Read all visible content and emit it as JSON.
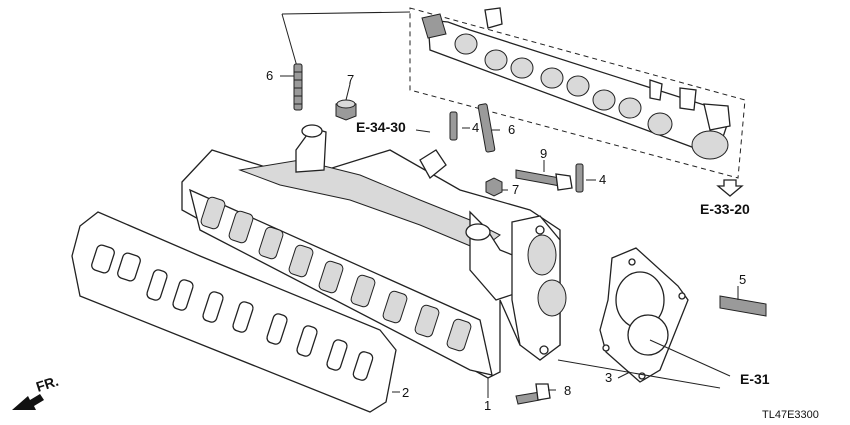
{
  "references": {
    "e34": "E-34-30",
    "e33": "E-33-20",
    "e31": "E-31"
  },
  "direction": {
    "front": "FR."
  },
  "callouts": {
    "c1": "1",
    "c2": "2",
    "c3": "3",
    "c4a": "4",
    "c4b": "4",
    "c5": "5",
    "c6a": "6",
    "c6b": "6",
    "c7a": "7",
    "c7b": "7",
    "c8": "8",
    "c9": "9"
  },
  "diagram_code": "TL47E3300"
}
